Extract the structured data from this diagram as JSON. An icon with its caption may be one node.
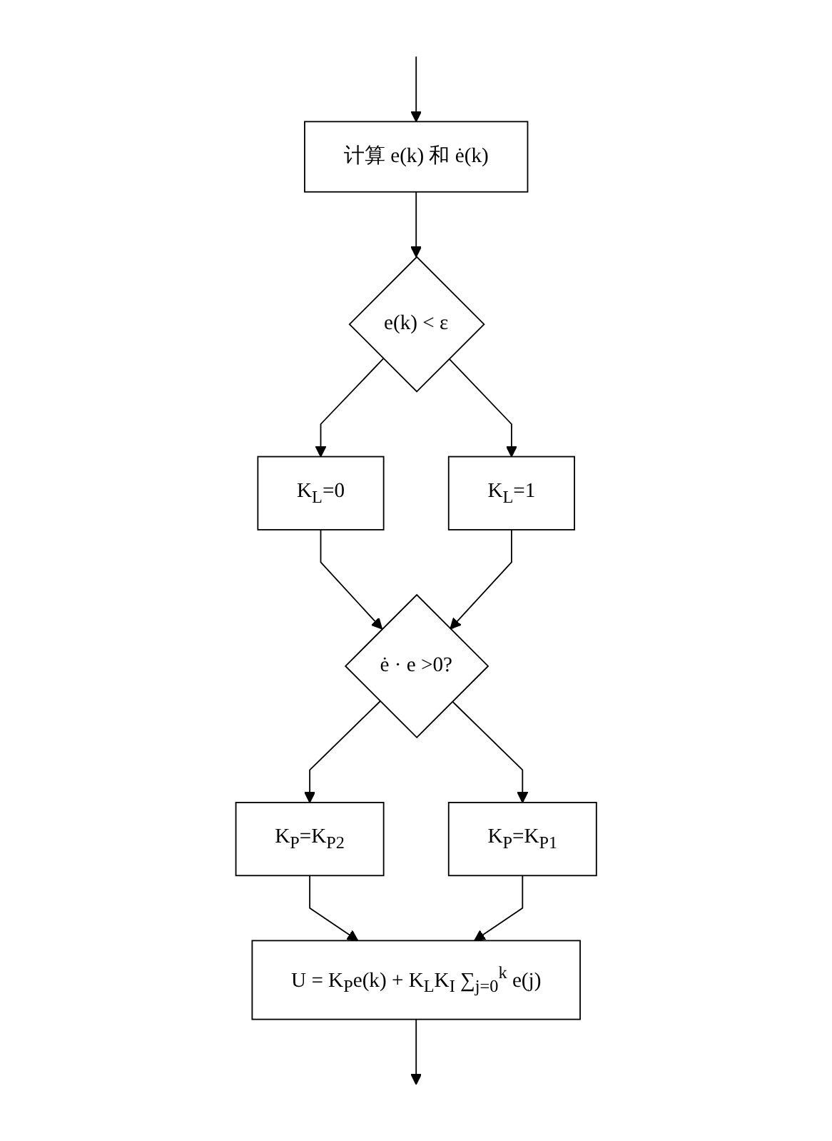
{
  "diagram": {
    "nodes": [
      {
        "text": [
          "计算 e(k) 和 ė(k)"
        ]
      },
      {
        "text": [
          "e(k) < ε"
        ]
      },
      {
        "text": [
          "K$_{L}$=0"
        ]
      },
      {
        "text": [
          "K$_{L}$=1"
        ]
      },
      {
        "text": [
          "ė · e >0?"
        ]
      },
      {
        "text": [
          "K$_{P}$=K$_{P2}$"
        ]
      },
      {
        "text": [
          "K$_{P}$=K$_{P1}$"
        ]
      },
      {
        "text": [
          "U = K$_{P}$e(k) + K$_{L}$K$_{I}$ ∑$_{j=0}$$^{k}$ e(j)"
        ]
      }
    ],
    "edges": [
      {
        "from": null,
        "to": 0,
        "arrow": "to"
      },
      {
        "from": 0,
        "to": 1,
        "arrow": "to"
      },
      {
        "from": 1,
        "to": 2,
        "arrow": "to"
      },
      {
        "from": 1,
        "to": 3,
        "arrow": "to"
      },
      {
        "from": 2,
        "to": 4,
        "arrow": "to"
      },
      {
        "from": 3,
        "to": 4,
        "arrow": "to"
      },
      {
        "from": 4,
        "to": 5,
        "arrow": "to"
      },
      {
        "from": 4,
        "to": 6,
        "arrow": "to"
      },
      {
        "from": 5,
        "to": 7,
        "arrow": "to"
      },
      {
        "from": 6,
        "to": 7,
        "arrow": "to"
      },
      {
        "from": 7,
        "to": null,
        "arrow": "to"
      }
    ]
  }
}
